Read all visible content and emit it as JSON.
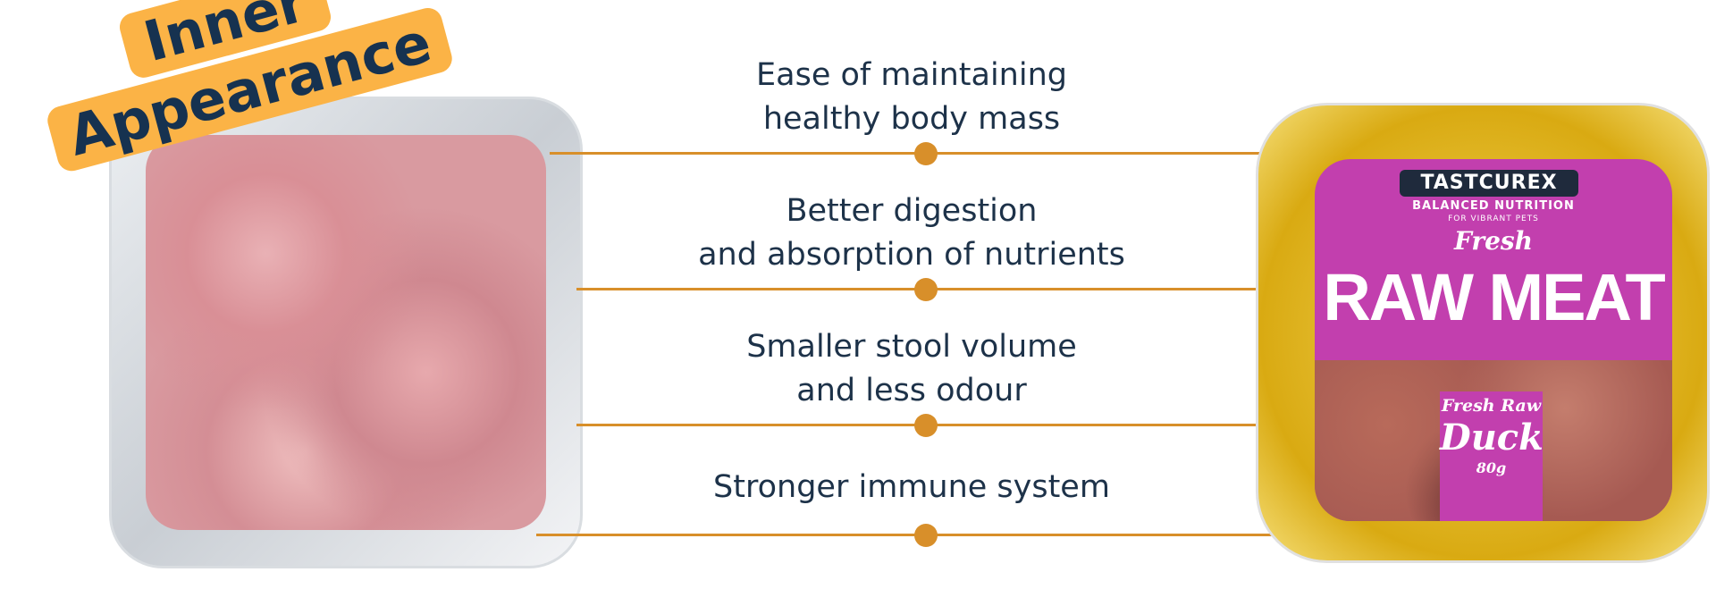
{
  "badge": {
    "line1": "Inner",
    "line2": "Appearance"
  },
  "benefits": [
    {
      "line1": "Ease of maintaining",
      "line2": "healthy body mass"
    },
    {
      "line1": "Better digestion",
      "line2": "and absorption of nutrients"
    },
    {
      "line1": "Smaller stool volume",
      "line2": "and less odour"
    },
    {
      "line1": "Stronger immune system"
    }
  ],
  "product": {
    "brand": "TASTCUREX",
    "tagline": "BALANCED NUTRITION",
    "subtagline": "FOR VIBRANT PETS",
    "script_title": "Fresh",
    "title": "RAW MEAT",
    "variant_script": "Fresh Raw",
    "variant": "Duck",
    "weight": "80g"
  },
  "colors": {
    "accent": "#d88f2a",
    "badge": "#fbb346",
    "text": "#1b3048",
    "label": "#c23fae"
  }
}
